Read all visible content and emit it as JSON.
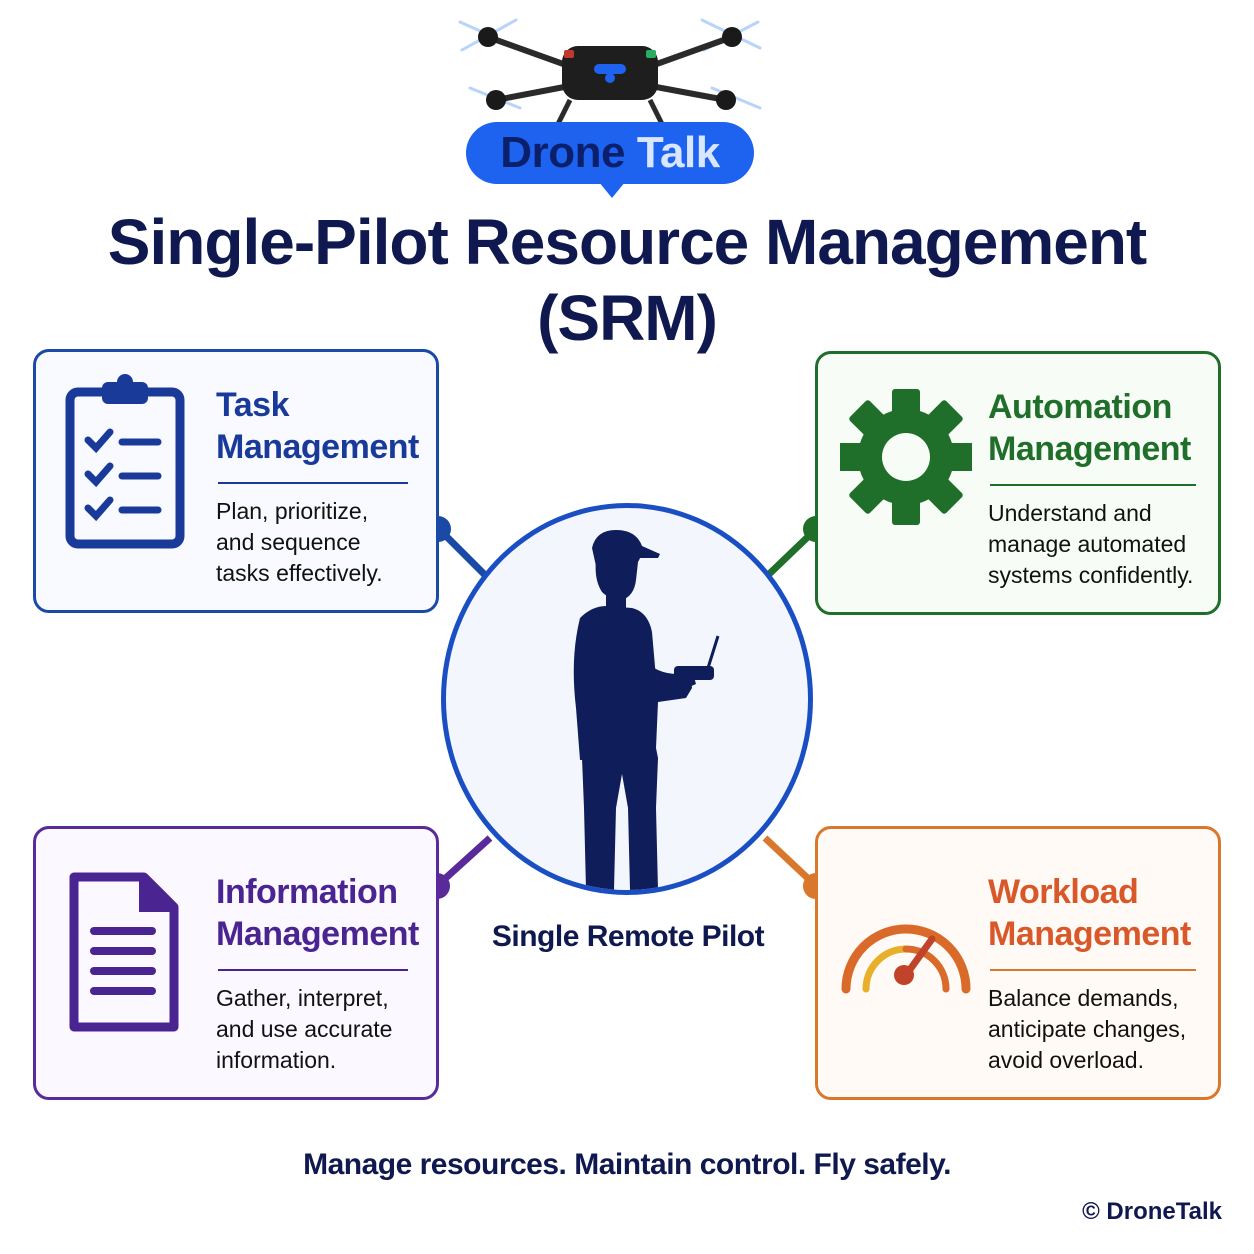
{
  "logo": {
    "word1": "Drone",
    "word2": "Talk"
  },
  "title": {
    "line1": "Single-Pilot Resource Management",
    "line2": "(SRM)"
  },
  "center": {
    "label": "Single Remote Pilot"
  },
  "cards": {
    "task": {
      "title1": "Task",
      "title2": "Management",
      "desc1": "Plan, prioritize,",
      "desc2": "and sequence",
      "desc3": "tasks effectively.",
      "color": "#1a4aa6",
      "icon": "clipboard-checklist-icon"
    },
    "automation": {
      "title1": "Automation",
      "title2": "Management",
      "desc1": "Understand and",
      "desc2": "manage automated",
      "desc3": "systems confidently.",
      "color": "#1f6e2a",
      "icon": "gear-icon"
    },
    "information": {
      "title1": "Information",
      "title2": "Management",
      "desc1": "Gather, interpret,",
      "desc2": "and use accurate",
      "desc3": "information.",
      "color": "#5a2a9a",
      "icon": "document-icon"
    },
    "workload": {
      "title1": "Workload",
      "title2": "Management",
      "desc1": "Balance demands,",
      "desc2": "anticipate changes,",
      "desc3": "avoid overload.",
      "color": "#d9772c",
      "icon": "gauge-icon"
    }
  },
  "tagline": "Manage resources. Maintain control. Fly safely.",
  "copyright": "© DroneTalk"
}
